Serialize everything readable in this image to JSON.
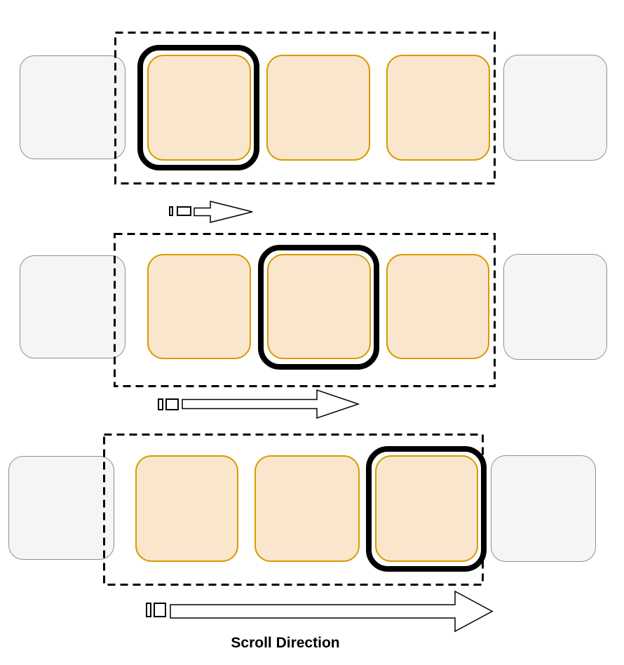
{
  "diagram": {
    "caption": "Scroll Direction",
    "colors": {
      "page-background": "#ffffff",
      "visible-card-fill": "#fae6cd",
      "visible-card-stroke": "#d79b00",
      "offscreen-card-fill": "#f5f5f5",
      "offscreen-card-stroke": "#8f8f8f",
      "selection-ring": "#000000",
      "viewport-border": "#000000",
      "arrow-stroke": "#000000",
      "arrow-fill": "#ffffff"
    },
    "steps": [
      {
        "name": "step-1",
        "visible_cards": 3,
        "offscreen_cards_left": 1,
        "offscreen_cards_right": 1,
        "selected_card_index": 1,
        "scroll_arrow_size": "small"
      },
      {
        "name": "step-2",
        "visible_cards": 3,
        "offscreen_cards_left": 1,
        "offscreen_cards_right": 1,
        "selected_card_index": 2,
        "scroll_arrow_size": "medium"
      },
      {
        "name": "step-3",
        "visible_cards": 3,
        "offscreen_cards_left": 1,
        "offscreen_cards_right": 1,
        "selected_card_index": 3,
        "scroll_arrow_size": "large"
      }
    ]
  }
}
